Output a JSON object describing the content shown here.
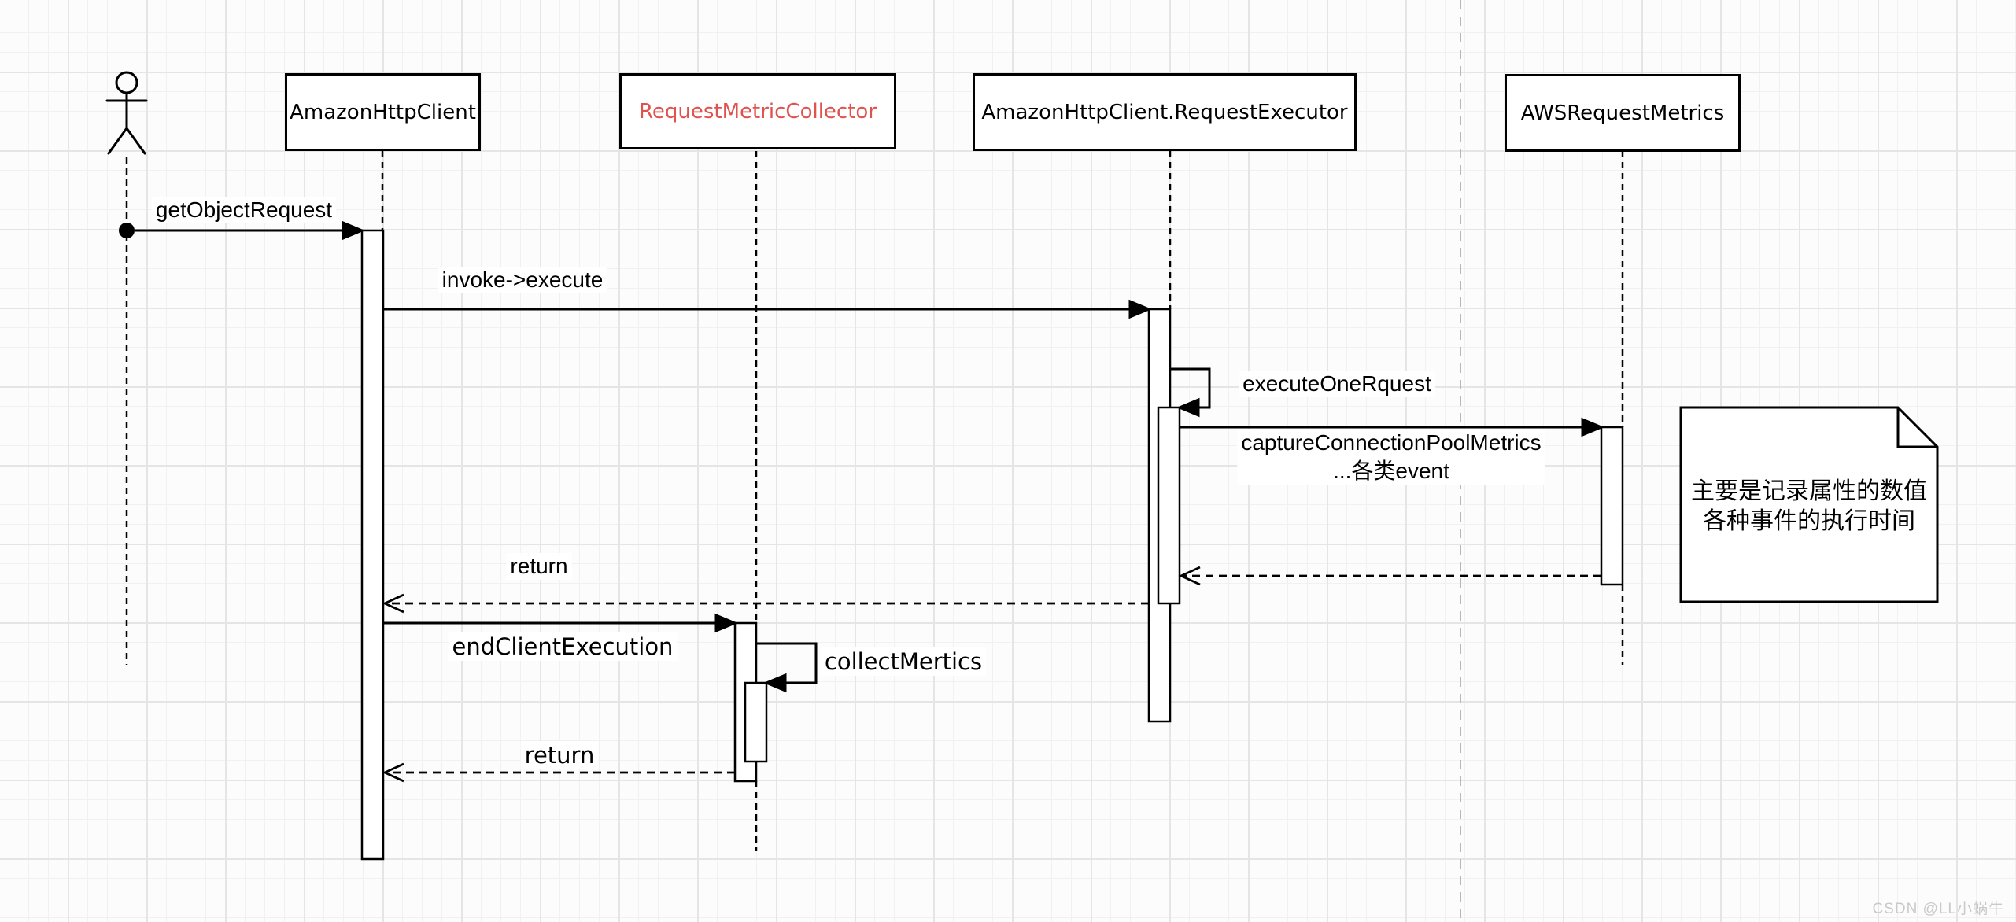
{
  "participants": [
    {
      "label": "AmazonHttpClient",
      "color": "#000000"
    },
    {
      "label": "RequestMetricCollector",
      "color": "#e0524e"
    },
    {
      "label": "AmazonHttpClient.RequestExecutor",
      "color": "#000000"
    },
    {
      "label": "AWSRequestMetrics",
      "color": "#000000"
    }
  ],
  "messages": [
    {
      "label": "getObjectRequest"
    },
    {
      "label": "invoke->execute"
    },
    {
      "label": "executeOneRquest"
    },
    {
      "label": "captureConnectionPoolMetrics",
      "label2": "...各类event"
    },
    {
      "label": "return"
    },
    {
      "label": "endClientExecution"
    },
    {
      "label": "collectMertics"
    },
    {
      "label": "return"
    }
  ],
  "note": {
    "line1": "主要是记录属性的数值",
    "line2": "各种事件的执行时间"
  },
  "watermark": {
    "text": "CSDN @LL小蜗牛",
    "color": "#c9c9c9"
  },
  "colors": {
    "shape_line": "#000000",
    "accent_red": "#e0524e",
    "page_break": "#b8b8b8",
    "grid_major": "#e5e5e5",
    "grid_minor": "#f1f1f1",
    "background": "#fcfcfc"
  }
}
